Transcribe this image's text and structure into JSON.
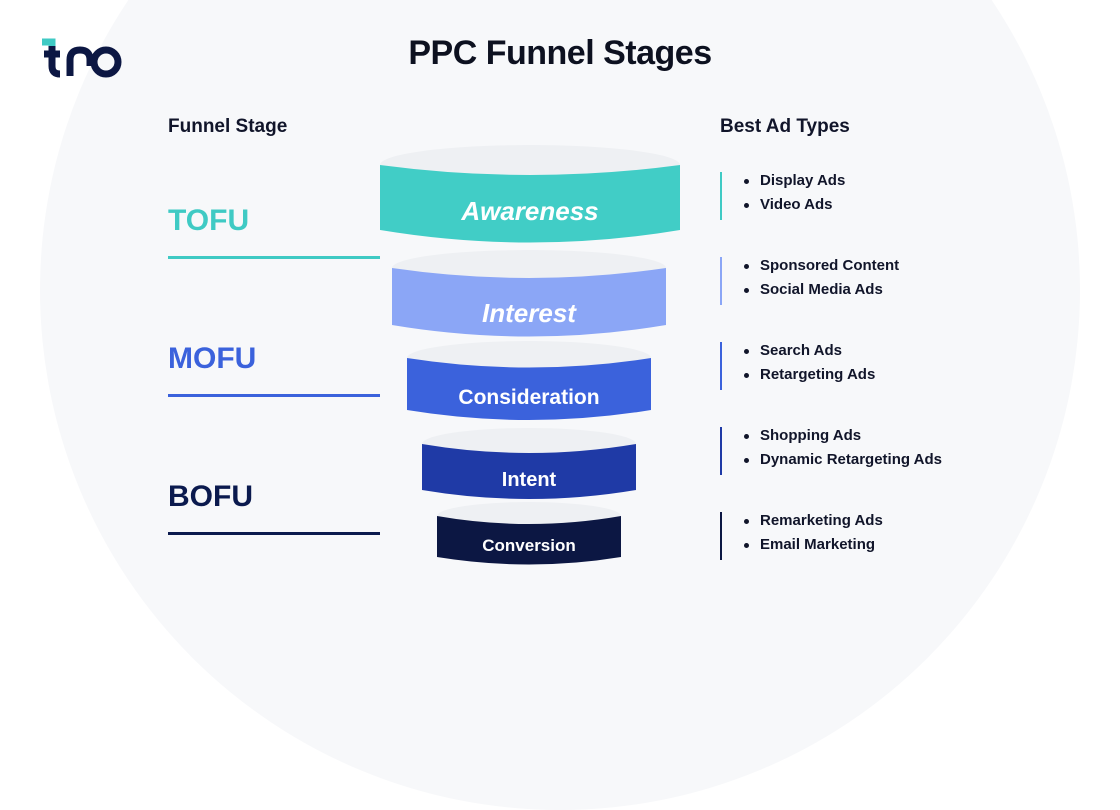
{
  "title": "PPC Funnel Stages",
  "columns": {
    "left": "Funnel Stage",
    "right": "Best Ad Types"
  },
  "stages": [
    {
      "label": "TOFU",
      "color": "#3fcac4"
    },
    {
      "label": "MOFU",
      "color": "#3b62dc"
    },
    {
      "label": "BOFU",
      "color": "#0b1a4e"
    }
  ],
  "funnel": [
    {
      "label": "Awareness",
      "color": "#41cdc6"
    },
    {
      "label": "Interest",
      "color": "#8ba6f6"
    },
    {
      "label": "Consideration",
      "color": "#3b62dc"
    },
    {
      "label": "Intent",
      "color": "#1f3aa6"
    },
    {
      "label": "Conversion",
      "color": "#0c1743"
    }
  ],
  "ad_types": [
    {
      "border_color": "#3fcac4",
      "items": [
        "Display Ads",
        "Video Ads"
      ]
    },
    {
      "border_color": "#8ba6f6",
      "items": [
        "Sponsored Content",
        "Social Media Ads"
      ]
    },
    {
      "border_color": "#3b62dc",
      "items": [
        "Search Ads",
        "Retargeting Ads"
      ]
    },
    {
      "border_color": "#1f3aa6",
      "items": [
        "Shopping Ads",
        "Dynamic Retargeting Ads"
      ]
    },
    {
      "border_color": "#0c1743",
      "items": [
        "Remarketing Ads",
        "Email Marketing"
      ]
    }
  ]
}
